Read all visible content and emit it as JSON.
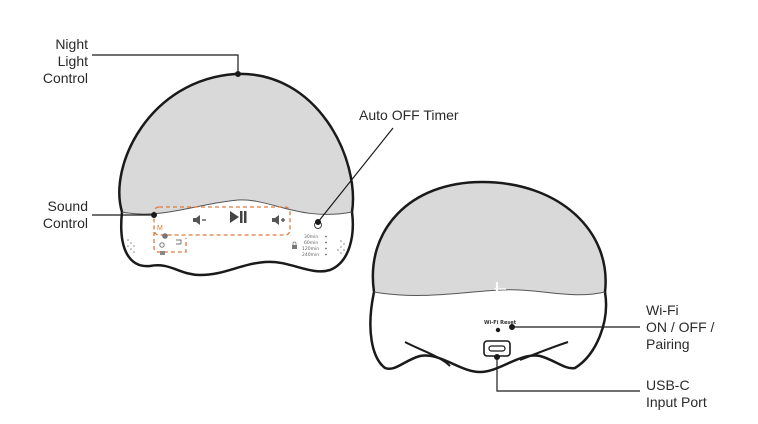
{
  "callouts": {
    "night_light": [
      "Night",
      "Light",
      "Control"
    ],
    "sound": [
      "Sound",
      "Control"
    ],
    "auto_off": "Auto OFF Timer",
    "wifi": [
      "Wi-Fi",
      "ON / OFF /",
      "Pairing"
    ],
    "usb": [
      "USB-C",
      "Input Port"
    ]
  },
  "device_front": {
    "mode_letter": "M",
    "timer_options": [
      "30min",
      "60min",
      "120min",
      "240min"
    ]
  },
  "device_back": {
    "reset_text": "Wi-Fi Reset"
  },
  "icons": [
    "volume-down-icon",
    "play-pause-icon",
    "volume-up-icon",
    "timer-icon",
    "cycle-icon",
    "lock-icon"
  ],
  "colors": {
    "shade": "#d9d9d9",
    "outline": "#1a1a1a",
    "highlight": "#e07a3c"
  }
}
